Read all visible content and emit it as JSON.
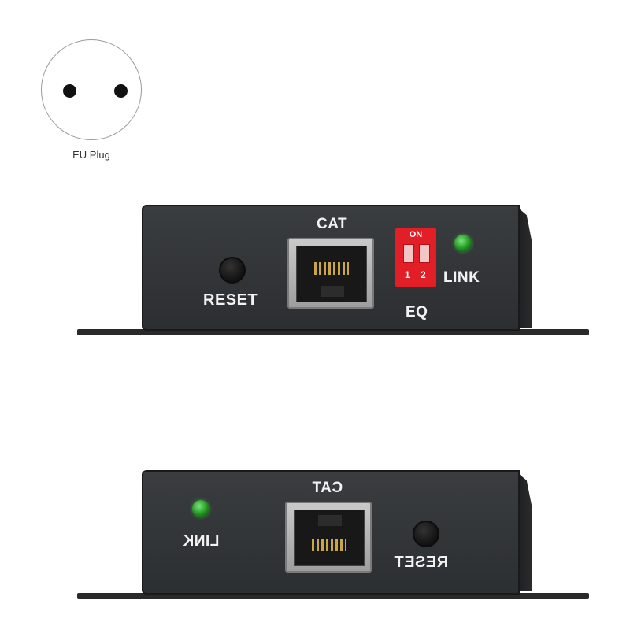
{
  "plug": {
    "label": "EU Plug"
  },
  "top_device": {
    "cat_label": "CAT",
    "reset_label": "RESET",
    "link_label": "LINK",
    "eq_label": "EQ",
    "dip_on_label": "ON",
    "dip_numbers": [
      "1",
      "2"
    ]
  },
  "bottom_device": {
    "cat_label": "CAT",
    "reset_label": "RESET",
    "link_label": "LINK"
  },
  "colors": {
    "panel": "#2c2f31",
    "dip": "#e21f26",
    "led": "#3cc43c"
  }
}
